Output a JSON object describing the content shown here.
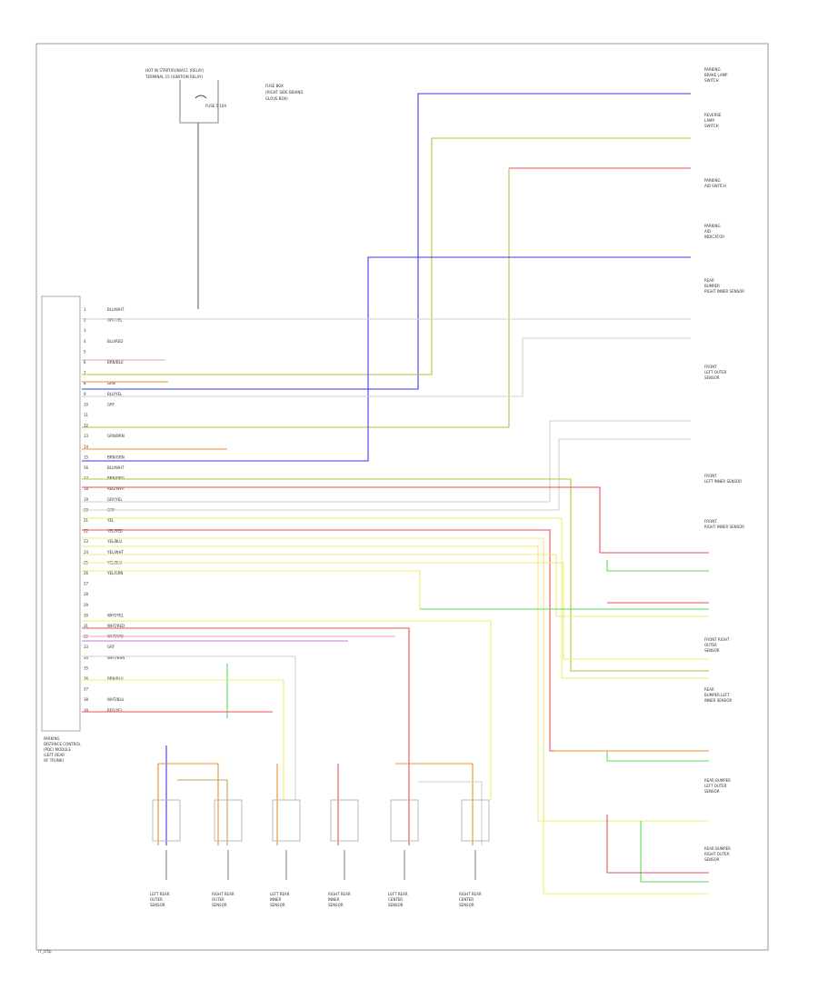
{
  "diagram": {
    "footer_code": "i7_cr5p",
    "power": {
      "label_lines": [
        "HOT IN START/RUN/ACC (RELAY)",
        "TERMINAL 15 (IGNITION RELAY)"
      ],
      "fuse_label": "FUSE 5 10A",
      "fuse_box_lines": [
        "FUSE BOX",
        "(RIGHT SIDE BEHIND",
        "GLOVE BOX)"
      ]
    },
    "control_module_lines": [
      "PARKING",
      "DISTANCE CONTROL",
      "(PDC) MODULE",
      "(LEFT REAR",
      "OF TRUNK)"
    ],
    "connectors_right": [
      {
        "lines": [
          "PARKING",
          "BRAKE LAMP",
          "SWITCH"
        ]
      },
      {
        "lines": [
          "REVERSE",
          "LAMP",
          "SWITCH"
        ]
      },
      {
        "lines": [
          "PARKING",
          "AID SWITCH"
        ]
      },
      {
        "lines": [
          "PARKING",
          "AID",
          "INDICATOR"
        ]
      },
      {
        "lines": [
          "REAR",
          "BUMPER",
          "RIGHT INNER SENSOR"
        ]
      },
      {
        "lines": [
          "FRONT",
          "LEFT OUTER",
          "SENSOR"
        ]
      },
      {
        "lines": [
          "FRONT",
          "LEFT INNER SENSOR"
        ]
      },
      {
        "lines": [
          "FRONT",
          "RIGHT INNER SENSOR"
        ]
      },
      {
        "lines": [
          "FRONT RIGHT",
          "OUTER",
          "SENSOR"
        ]
      },
      {
        "lines": [
          "REAR",
          "BUMPER LEFT",
          "INNER SENSOR"
        ]
      },
      {
        "lines": [
          "REAR BUMPER",
          "LEFT OUTER",
          "SENSOR"
        ]
      },
      {
        "lines": [
          "REAR BUMPER",
          "RIGHT OUTER",
          "SENSOR"
        ]
      }
    ],
    "bottom_sensors": [
      {
        "lines": [
          "LEFT REAR",
          "OUTER",
          "SENSOR"
        ]
      },
      {
        "lines": [
          "RIGHT REAR",
          "OUTER",
          "SENSOR"
        ]
      },
      {
        "lines": [
          "LEFT REAR",
          "INNER",
          "SENSOR"
        ]
      },
      {
        "lines": [
          "RIGHT REAR",
          "INNER",
          "SENSOR"
        ]
      },
      {
        "lines": [
          "LEFT REAR",
          "CENTER",
          "SENSOR"
        ]
      },
      {
        "lines": [
          "RIGHT REAR",
          "CENTER",
          "SENSOR"
        ]
      }
    ],
    "pin_labels": [
      {
        "pin": "1",
        "wire": "BLU/WHT"
      },
      {
        "pin": "2",
        "wire": "GRY/YEL"
      },
      {
        "pin": "3",
        "wire": ""
      },
      {
        "pin": "4",
        "wire": "BLU/RED"
      },
      {
        "pin": "5",
        "wire": ""
      },
      {
        "pin": "6",
        "wire": "BRN/BLU"
      },
      {
        "pin": "7",
        "wire": ""
      },
      {
        "pin": "8",
        "wire": "GRN"
      },
      {
        "pin": "9",
        "wire": "BLU/YEL"
      },
      {
        "pin": "10",
        "wire": "GRY"
      },
      {
        "pin": "11",
        "wire": ""
      },
      {
        "pin": "12",
        "wire": ""
      },
      {
        "pin": "13",
        "wire": "GRN/BRN"
      },
      {
        "pin": "14",
        "wire": ""
      },
      {
        "pin": "15",
        "wire": "BRN/GRN"
      },
      {
        "pin": "16",
        "wire": "BLU/WHT"
      },
      {
        "pin": "17",
        "wire": "BRN/ORG"
      },
      {
        "pin": "18",
        "wire": "RED/WHT"
      },
      {
        "pin": "19",
        "wire": "GRY/YEL"
      },
      {
        "pin": "20",
        "wire": "GRY"
      },
      {
        "pin": "21",
        "wire": "YEL"
      },
      {
        "pin": "22",
        "wire": "YEL/RED"
      },
      {
        "pin": "23",
        "wire": "YEL/BLU"
      },
      {
        "pin": "24",
        "wire": "YEL/WHT"
      },
      {
        "pin": "25",
        "wire": "YEL/BLU"
      },
      {
        "pin": "26",
        "wire": "YEL/GRN"
      },
      {
        "pin": "27",
        "wire": ""
      },
      {
        "pin": "28",
        "wire": ""
      },
      {
        "pin": "29",
        "wire": ""
      },
      {
        "pin": "30",
        "wire": "WHT/YEL"
      },
      {
        "pin": "31",
        "wire": "WHT/RED"
      },
      {
        "pin": "32",
        "wire": "WHT/VIO"
      },
      {
        "pin": "33",
        "wire": "GRY"
      },
      {
        "pin": "34",
        "wire": "WHT/BRN"
      },
      {
        "pin": "35",
        "wire": ""
      },
      {
        "pin": "36",
        "wire": "BRN/BLU"
      },
      {
        "pin": "37",
        "wire": ""
      },
      {
        "pin": "38",
        "wire": "WHT/BLU"
      },
      {
        "pin": "39",
        "wire": "RED/YEL"
      }
    ],
    "wire_colors": {
      "blue": "#3a3ae6",
      "olive": "#b4c23c",
      "red": "#e8505a",
      "orange": "#e89030",
      "yellow": "#f0ec70",
      "green": "#5cd85c",
      "gray": "#9a9a9a",
      "light": "#cfcfcf",
      "pink": "#f2a0b0",
      "violet": "#d070e0",
      "tan": "#c8a060",
      "brown": "#b08040"
    }
  }
}
